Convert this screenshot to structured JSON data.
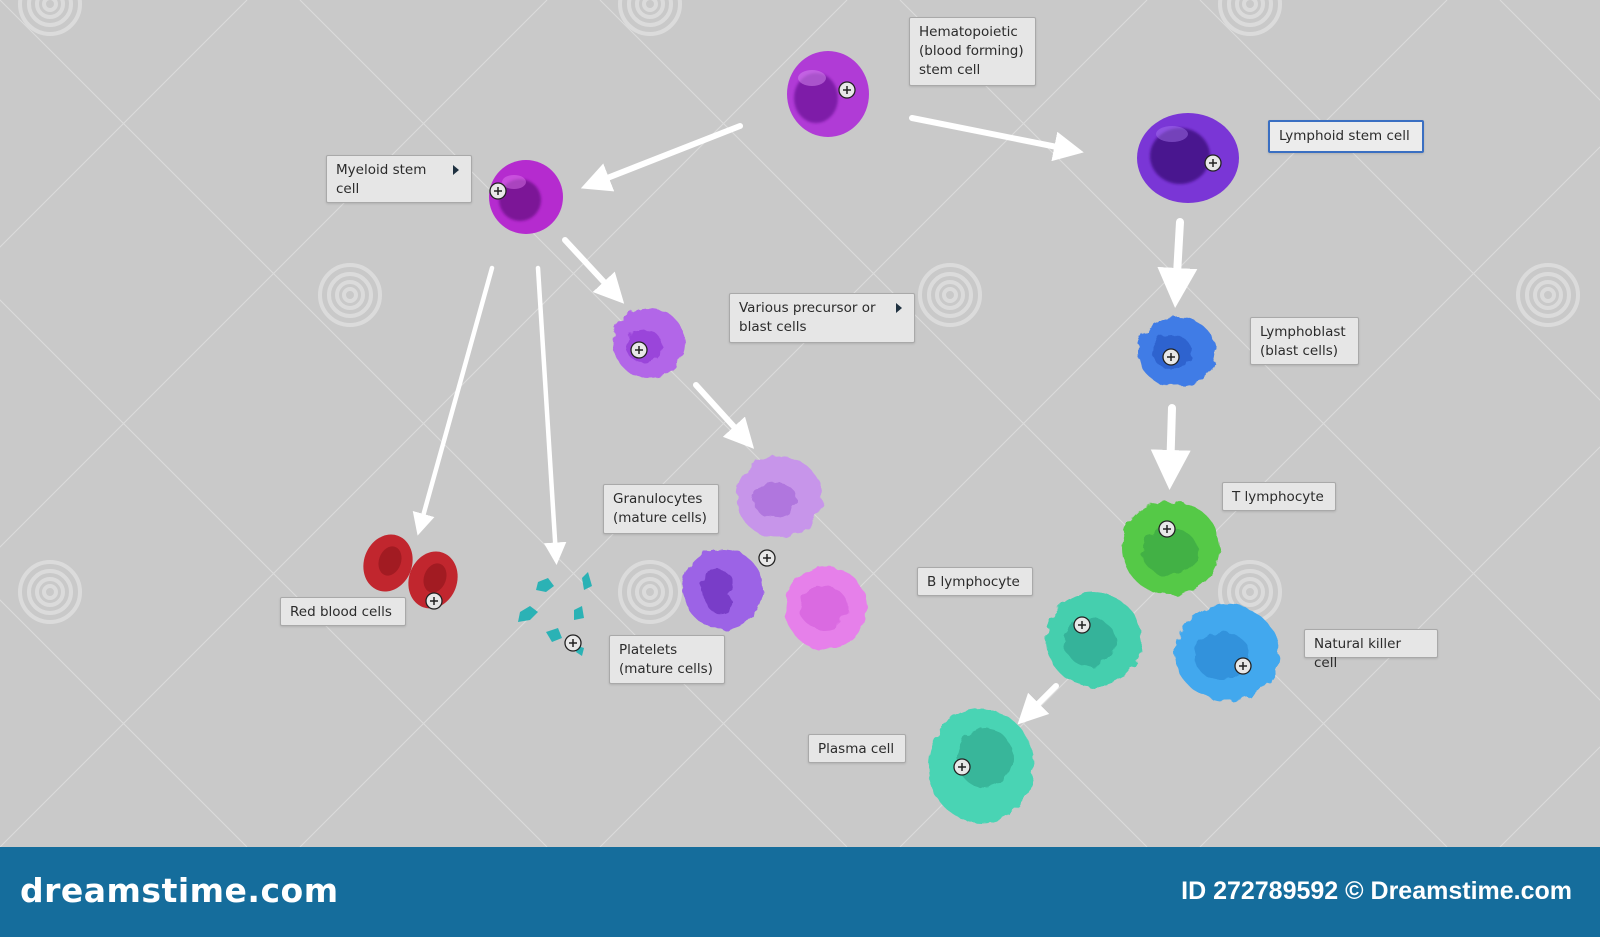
{
  "diagram": {
    "labels": {
      "hsc": "Hematopoietic\n(blood forming)\nstem cell",
      "myeloid": "Myeloid stem\ncell",
      "lymphoid": "Lymphoid stem cell",
      "precursor": "Various precursor or\nblast cells",
      "lymphoblast": "Lymphoblast\n(blast cells)",
      "granulocytes": "Granulocytes\n(mature cells)",
      "t_lymphocyte": "T lymphocyte",
      "b_lymphocyte": "B lymphocyte",
      "rbc": "Red blood cells",
      "platelets": "Platelets\n(mature cells)",
      "nk": "Natural killer cell",
      "plasma": "Plasma cell"
    },
    "selected_label": "lymphoid",
    "colors": {
      "background": "#c9c9c9",
      "hsc": "#b03bd6",
      "myeloid": "#b52bcf",
      "lymphoid": "#7a36d6",
      "precursor": "#b266e8",
      "lymphoblast": "#3f7be6",
      "granulocyte_1": "#c795ea",
      "granulocyte_2": "#9c63e6",
      "granulocyte_3": "#e680ea",
      "rbc": "#c1262e",
      "platelets": "#2bb2b5",
      "t_lymphocyte": "#55c946",
      "b_lymphocyte": "#45cfae",
      "nk": "#42a8ee",
      "plasma": "#49d4b4",
      "selection_border": "#3a6fc2",
      "footer": "#156d9c"
    },
    "icons": [
      "plus-circle-icon",
      "caret-right-icon",
      "arrow-icon",
      "watermark-spiral-icon"
    ]
  },
  "footer": {
    "brand": "dreamstime.com",
    "image_id": "ID 272789592 © Dreamstime.com"
  }
}
